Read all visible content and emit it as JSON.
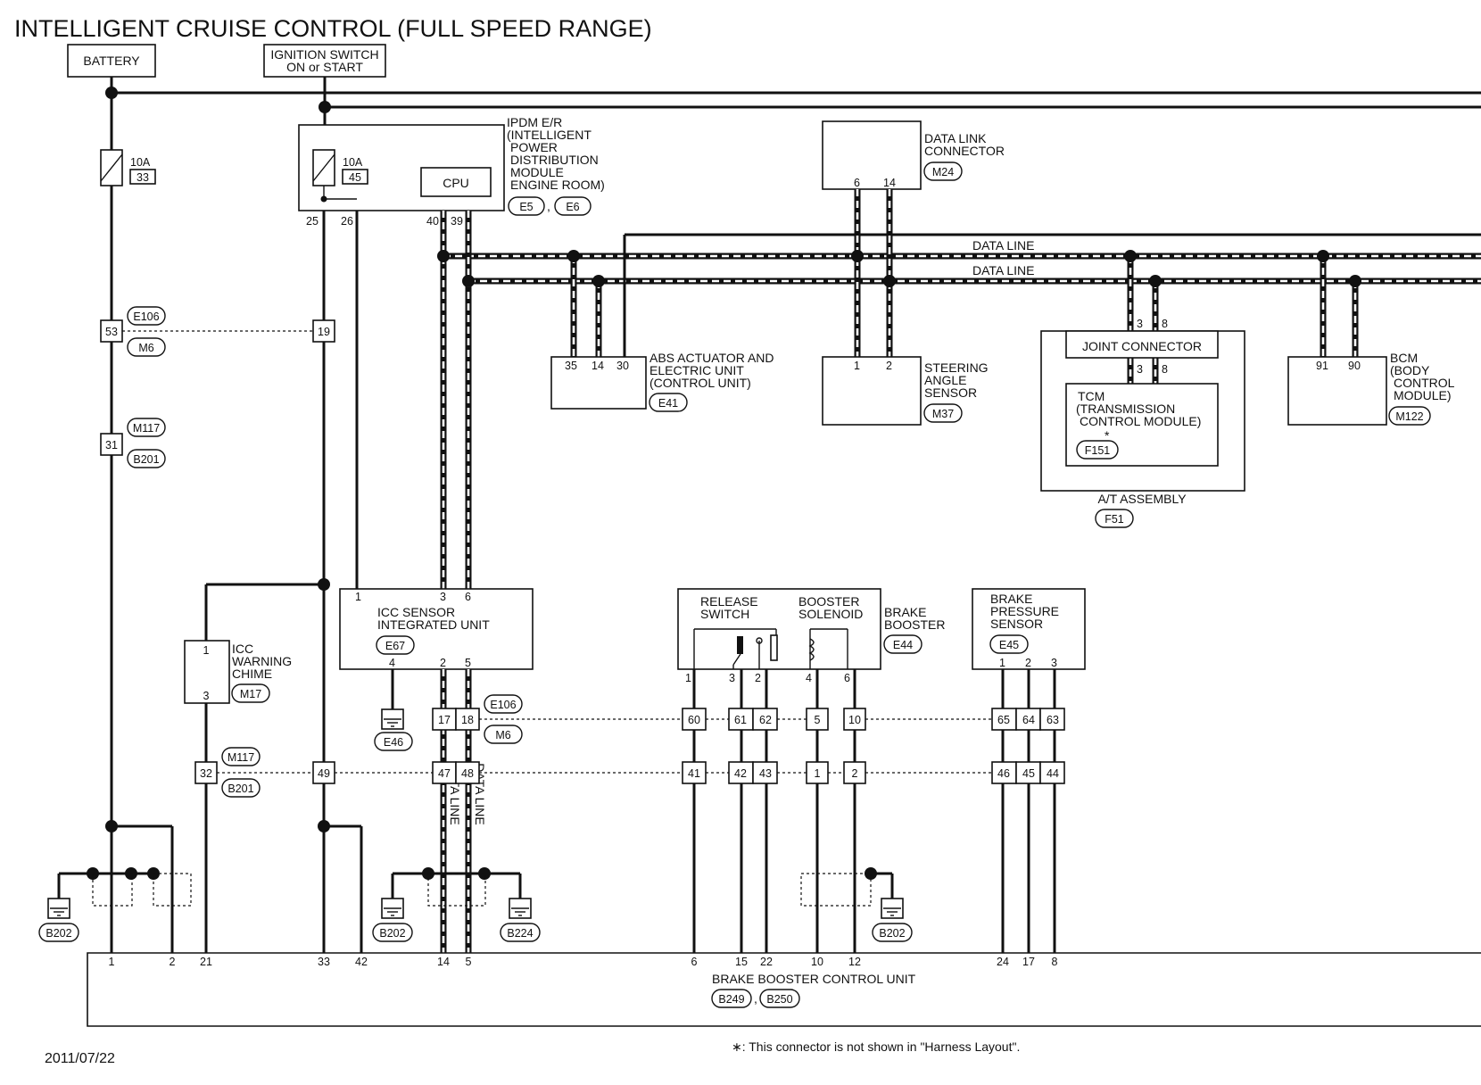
{
  "title": "INTELLIGENT CRUISE CONTROL (FULL SPEED RANGE)",
  "power": {
    "battery": "BATTERY",
    "ignition_line1": "IGNITION SWITCH",
    "ignition_line2": "ON or START"
  },
  "fuses": [
    {
      "rating": "10A",
      "number": "33"
    },
    {
      "rating": "10A",
      "number": "45"
    }
  ],
  "ipdm": {
    "lines": [
      "IPDM E/R",
      "(INTELLIGENT",
      "POWER",
      "DISTRIBUTION",
      "MODULE",
      "ENGINE ROOM)"
    ],
    "cpu": "CPU",
    "connectors": [
      "E5",
      "E6"
    ],
    "comma": ",",
    "pins": [
      "25",
      "26",
      "40",
      "39"
    ]
  },
  "data_link": {
    "lines": [
      "DATA LINK",
      "CONNECTOR"
    ],
    "connector": "M24",
    "pins": [
      "6",
      "14"
    ]
  },
  "data_line_label": "DATA LINE",
  "abs": {
    "lines": [
      "ABS ACTUATOR AND",
      "ELECTRIC UNIT",
      "(CONTROL UNIT)"
    ],
    "connector": "E41",
    "pins": [
      "35",
      "14",
      "30"
    ]
  },
  "steering": {
    "lines": [
      "STEERING",
      "ANGLE",
      "SENSOR"
    ],
    "connector": "M37",
    "pins": [
      "1",
      "2"
    ]
  },
  "joint_connector": {
    "label": "JOINT CONNECTOR",
    "pins_top": [
      "3",
      "8"
    ],
    "pins_bottom": [
      "3",
      "8"
    ]
  },
  "tcm": {
    "lines": [
      "TCM",
      "(TRANSMISSION",
      "CONTROL MODULE)"
    ],
    "star": "*",
    "connector": "F151"
  },
  "at_assembly": {
    "label": "A/T ASSEMBLY",
    "connector": "F51"
  },
  "bcm": {
    "lines": [
      "BCM",
      "(BODY",
      "CONTROL",
      "MODULE)"
    ],
    "connector": "M122",
    "pins": [
      "91",
      "90"
    ]
  },
  "harness_connectors": {
    "a_top": "E106",
    "a_bottom": "M6",
    "b_top": "M117",
    "b_bottom": "B201"
  },
  "inline_pins": {
    "row53": [
      "53",
      "19"
    ],
    "row31": [
      "31"
    ],
    "row_e106": [
      "17",
      "18",
      "60",
      "61",
      "62",
      "5",
      "10",
      "65",
      "64",
      "63"
    ],
    "row_m117": [
      "32",
      "49",
      "47",
      "48",
      "41",
      "42",
      "43",
      "1",
      "2",
      "46",
      "45",
      "44"
    ]
  },
  "chime": {
    "lines": [
      "ICC",
      "WARNING",
      "CHIME"
    ],
    "connector": "M17",
    "pins": [
      "1",
      "3"
    ]
  },
  "icc_sensor": {
    "lines": [
      "ICC SENSOR",
      "INTEGRATED UNIT"
    ],
    "connector": "E67",
    "pins_top": [
      "1",
      "3",
      "6"
    ],
    "pins_bottom": [
      "4",
      "2",
      "5"
    ]
  },
  "brake_booster": {
    "release_lines": [
      "RELEASE",
      "SWITCH"
    ],
    "solenoid_lines": [
      "BOOSTER",
      "SOLENOID"
    ],
    "lines": [
      "BRAKE",
      "BOOSTER"
    ],
    "connector": "E44",
    "pins": [
      "1",
      "3",
      "2",
      "4",
      "6"
    ]
  },
  "brake_pressure": {
    "lines": [
      "BRAKE",
      "PRESSURE",
      "SENSOR"
    ],
    "connector": "E45",
    "pins": [
      "1",
      "2",
      "3"
    ]
  },
  "grounds": [
    "E46",
    "B202",
    "B202",
    "B224",
    "B202"
  ],
  "control_unit": {
    "label": "BRAKE BOOSTER CONTROL UNIT",
    "connectors": [
      "B249",
      "B250"
    ],
    "comma": ",",
    "pins": [
      "1",
      "2",
      "21",
      "33",
      "42",
      "14",
      "5",
      "6",
      "15",
      "22",
      "10",
      "12",
      "24",
      "17",
      "8"
    ]
  },
  "footnote": "∗: This connector is not shown in \"Harness Layout\".",
  "date": "2011/07/22"
}
